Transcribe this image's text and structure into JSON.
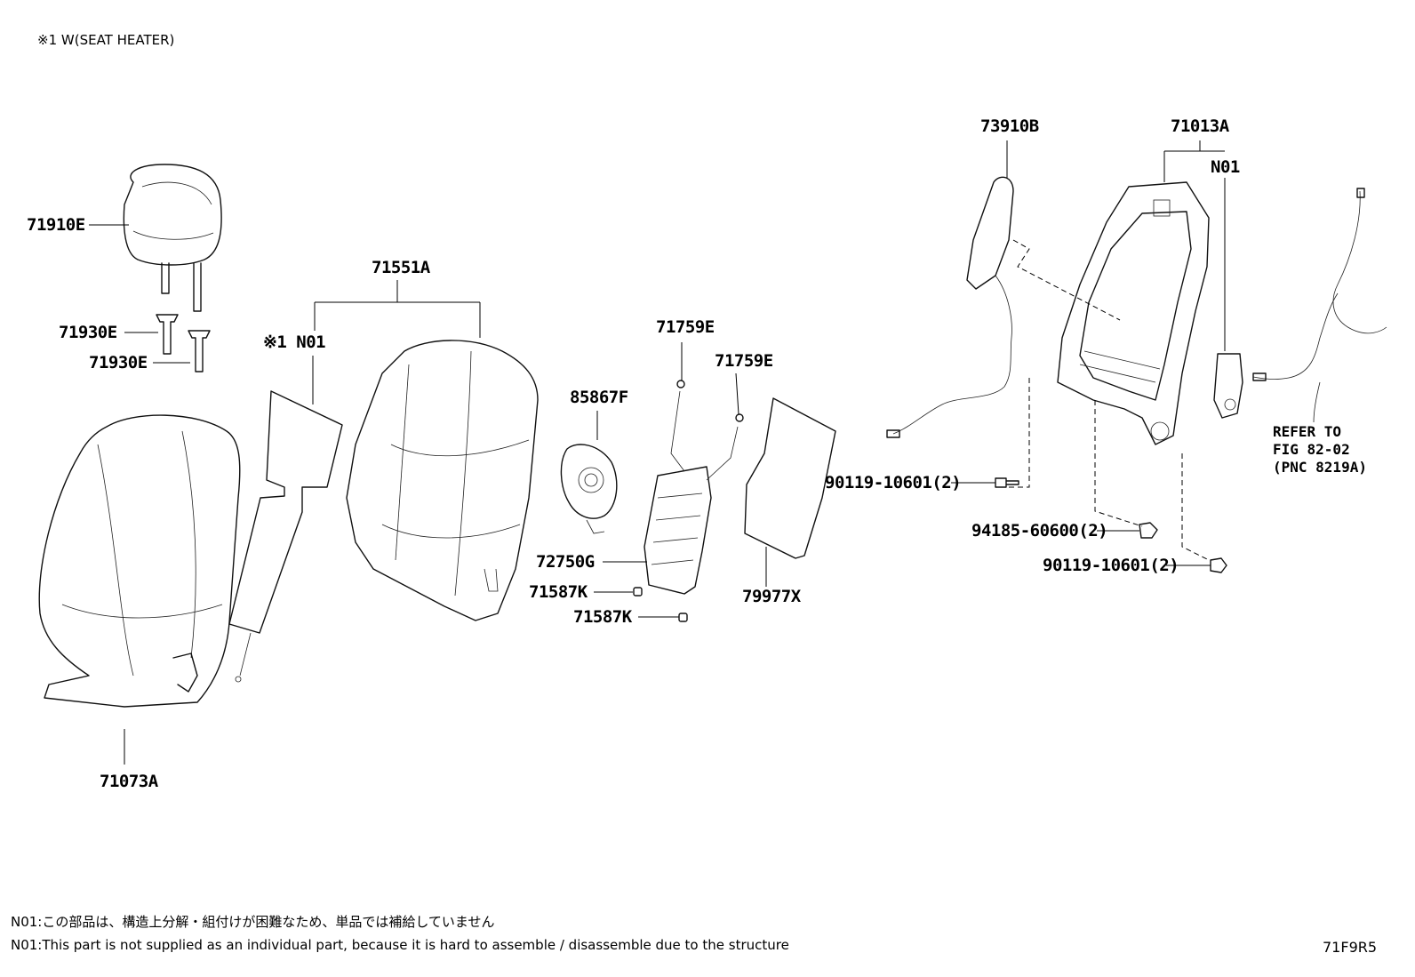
{
  "header": {
    "seat_heater_note": "※1 W(SEAT HEATER)"
  },
  "labels": {
    "p71910E": "71910E",
    "p71930E_a": "71930E",
    "p71930E_b": "71930E",
    "p71073A": "71073A",
    "p71551A": "71551A",
    "n01_heater": "※1 N01",
    "p85867F": "85867F",
    "p71759E_a": "71759E",
    "p71759E_b": "71759E",
    "p72750G": "72750G",
    "p71587K_a": "71587K",
    "p71587K_b": "71587K",
    "p79977X": "79977X",
    "p73910B": "73910B",
    "p71013A": "71013A",
    "n01_frame": "N01",
    "bolt_a": "90119-10601(2)",
    "nut": "94185-60600(2)",
    "bolt_b": "90119-10601(2)"
  },
  "refer": {
    "text": "REFER TO\nFIG 82-02\n(PNC 8219A)"
  },
  "footer": {
    "note_jp": "N01:この部品は、構造上分解・組付けが困難なため、単品では補給していません",
    "note_en": "N01:This part is not supplied as an individual part, because it is hard to assemble / disassemble due to the structure",
    "figure_code": "71F9R5"
  }
}
